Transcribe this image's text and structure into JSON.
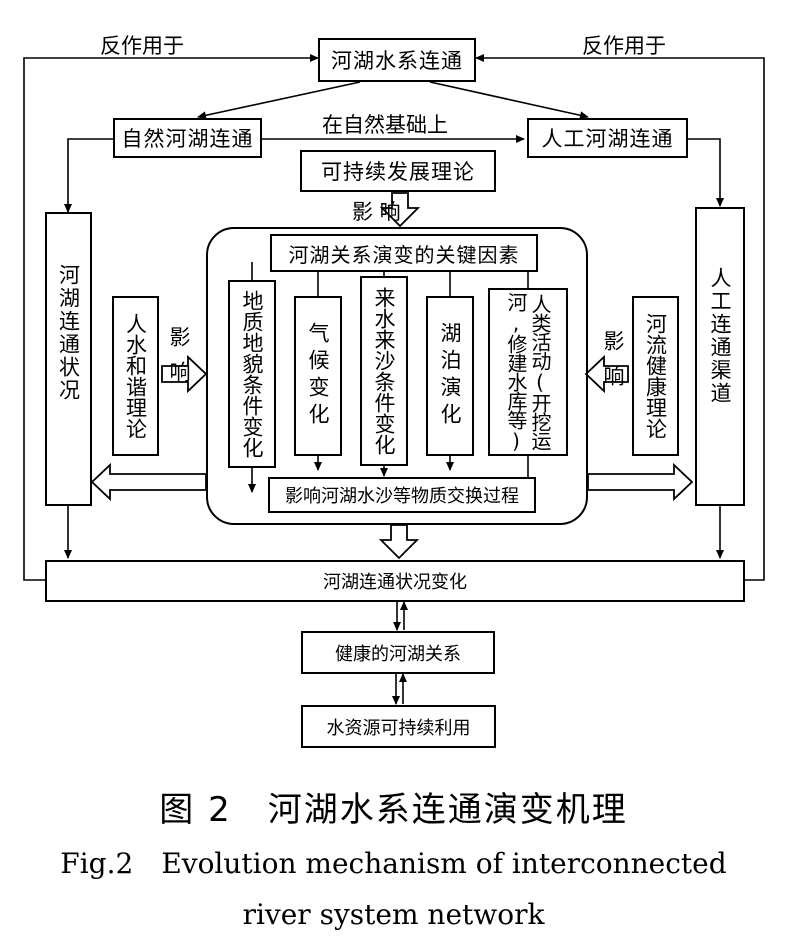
{
  "diagram": {
    "top_node": "河湖水系连通",
    "feedback_left": "反作用于",
    "feedback_right": "反作用于",
    "natural": "自然河湖连通",
    "artificial": "人工河湖连通",
    "on_natural_basis": "在自然基础上",
    "sustainable_theory": "可持续发展理论",
    "influence_label": "影 响",
    "key_factors_title": "河湖关系演变的关键因素",
    "factors": [
      "地质地貌条件变化",
      "气候变化",
      "来水来沙条件变化",
      "湖泊演化",
      "人类活动(开挖运河,修建水库等)"
    ],
    "factor5_col1": "人类活动(开挖运",
    "factor5_col2": "河,修建水库等)",
    "exchange_process": "影响河湖水沙等物质交换过程",
    "left_status": "河湖连通状况",
    "right_channel": "人工连通渠道",
    "harmony_theory": "人水和谐理论",
    "river_health_theory": "河流健康理论",
    "influence_left": "影响",
    "influence_right": "影响",
    "status_change": "河湖连通状况变化",
    "healthy_relation": "健康的河湖关系",
    "water_sustainable": "水资源可持续利用"
  },
  "caption": {
    "cn": "图 2　河湖水系连通演变机理",
    "en_line1": "Fig.2　Evolution mechanism of interconnected",
    "en_line2": "river system network"
  }
}
